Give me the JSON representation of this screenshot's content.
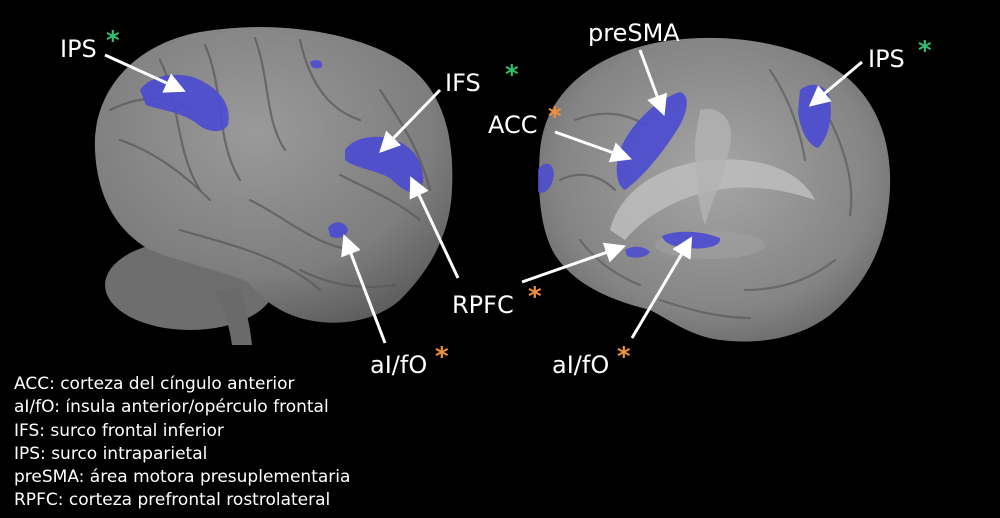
{
  "colors": {
    "background": "#000000",
    "brain": "#8c8c8c",
    "activation": "#4a4ad2",
    "star_green": "#2fbf71",
    "star_orange": "#f0913a",
    "text": "#ffffff"
  },
  "labels": {
    "ips_left": {
      "text": "IPS",
      "star": "*",
      "star_color": "green"
    },
    "ifs": {
      "text": "IFS",
      "star": "*",
      "star_color": "green"
    },
    "aifo_left": {
      "text": "aI/fO",
      "star": "*",
      "star_color": "orange"
    },
    "presma": {
      "text": "preSMA"
    },
    "ips_right": {
      "text": "IPS",
      "star": "*",
      "star_color": "green"
    },
    "acc": {
      "text": "ACC",
      "star": "*",
      "star_color": "orange"
    },
    "rpfc": {
      "text": "RPFC",
      "star": "*",
      "star_color": "orange"
    },
    "aifo_right": {
      "text": "aI/fO",
      "star": "*",
      "star_color": "orange"
    }
  },
  "legend": [
    "ACC: corteza del cíngulo anterior",
    "aI/fO: ínsula anterior/opérculo frontal",
    "IFS: surco frontal inferior",
    "IPS: surco intraparietal",
    "preSMA: área motora presuplementaria",
    "RPFC: corteza prefrontal rostrolateral"
  ]
}
